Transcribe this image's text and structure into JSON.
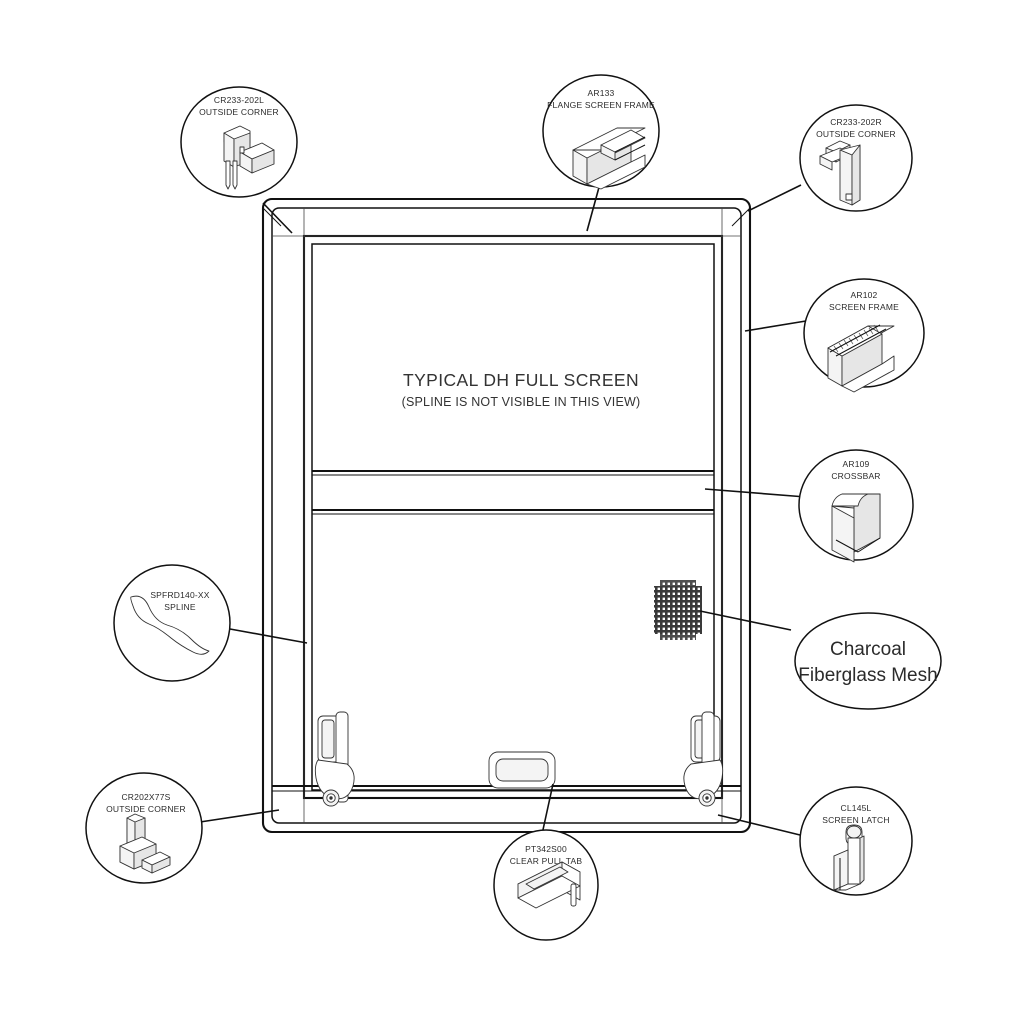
{
  "drawing": {
    "title_line1": "TYPICAL DH FULL SCREEN",
    "title_line2": "(SPLINE IS NOT VISIBLE IN THIS VIEW)"
  },
  "callouts": [
    {
      "id": "cr233-202l",
      "name": "outside-corner-left",
      "part_number": "CR233-202L",
      "label": "OUTSIDE CORNER"
    },
    {
      "id": "ar133",
      "name": "flange-screen-frame",
      "part_number": "AR133",
      "label": "FLANGE SCREEN FRAME"
    },
    {
      "id": "cr233-202r",
      "name": "outside-corner-right",
      "part_number": "CR233-202R",
      "label": "OUTSIDE CORNER"
    },
    {
      "id": "ar102",
      "name": "screen-frame",
      "part_number": "AR102",
      "label": "SCREEN FRAME"
    },
    {
      "id": "ar109",
      "name": "crossbar",
      "part_number": "AR109",
      "label": "CROSSBAR"
    },
    {
      "id": "spfrd140",
      "name": "spline",
      "part_number": "SPFRD140-XX",
      "label": "SPLINE"
    },
    {
      "id": "cr202x77s",
      "name": "outside-corner-bottom-left",
      "part_number": "CR202X77S",
      "label": "OUTSIDE CORNER"
    },
    {
      "id": "pt342s00",
      "name": "clear-pull-tab",
      "part_number": "PT342S00",
      "label": "CLEAR PULL TAB"
    },
    {
      "id": "cl145l",
      "name": "screen-latch",
      "part_number": "CL145L",
      "label": "SCREEN LATCH"
    }
  ],
  "mesh_callout": {
    "line1": "Charcoal",
    "line2": "Fiberglass Mesh"
  },
  "colors": {
    "line": "#111111",
    "text": "#2b2b2b",
    "background": "#ffffff",
    "mesh": "#3a3a3a"
  }
}
